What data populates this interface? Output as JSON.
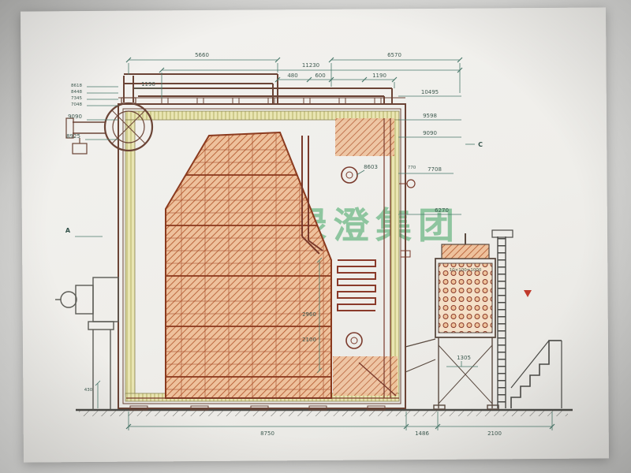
{
  "watermark": {
    "text": "绿澄集团"
  },
  "markers": {
    "a": "A",
    "c": "C"
  },
  "dims": {
    "top_left": "5660",
    "top_right": "6570",
    "top_full": "11230",
    "t480": "480",
    "t600": "600",
    "t1190a": "1190",
    "t1190b": "1190",
    "r10495": "10495",
    "r9598": "9598",
    "r9090": "9090",
    "r7708": "7708",
    "r770": "770",
    "r6270": "6270",
    "m8603": "8603",
    "m2960": "2960",
    "m2100": "2100",
    "m1305": "1305",
    "l8618": "8618",
    "l8448": "8448",
    "l7345": "7345",
    "l7048": "7048",
    "l9090": "9090",
    "l8925": "8925",
    "l430": "430",
    "b8750": "8750",
    "b1486": "1486",
    "b2100": "2100",
    "econ_note": "10×100=1000"
  }
}
